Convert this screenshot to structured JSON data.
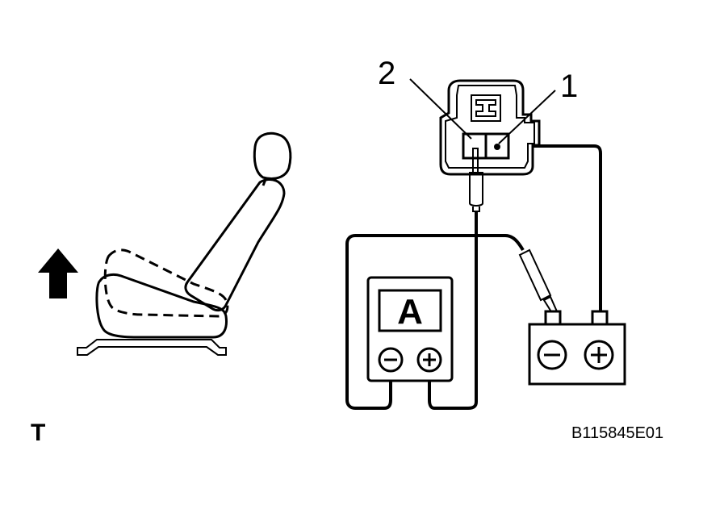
{
  "diagram": {
    "callouts": {
      "terminal_1": "1",
      "terminal_2": "2"
    },
    "meter": {
      "letter": "A",
      "negative_symbol": "−",
      "positive_symbol": "+"
    },
    "battery": {
      "negative_symbol": "−",
      "positive_symbol": "+"
    },
    "arrow_meaning": "up",
    "view_code": "T",
    "figure_code": "B115845E01",
    "colors": {
      "ink": "#000000",
      "paper": "#ffffff"
    }
  }
}
